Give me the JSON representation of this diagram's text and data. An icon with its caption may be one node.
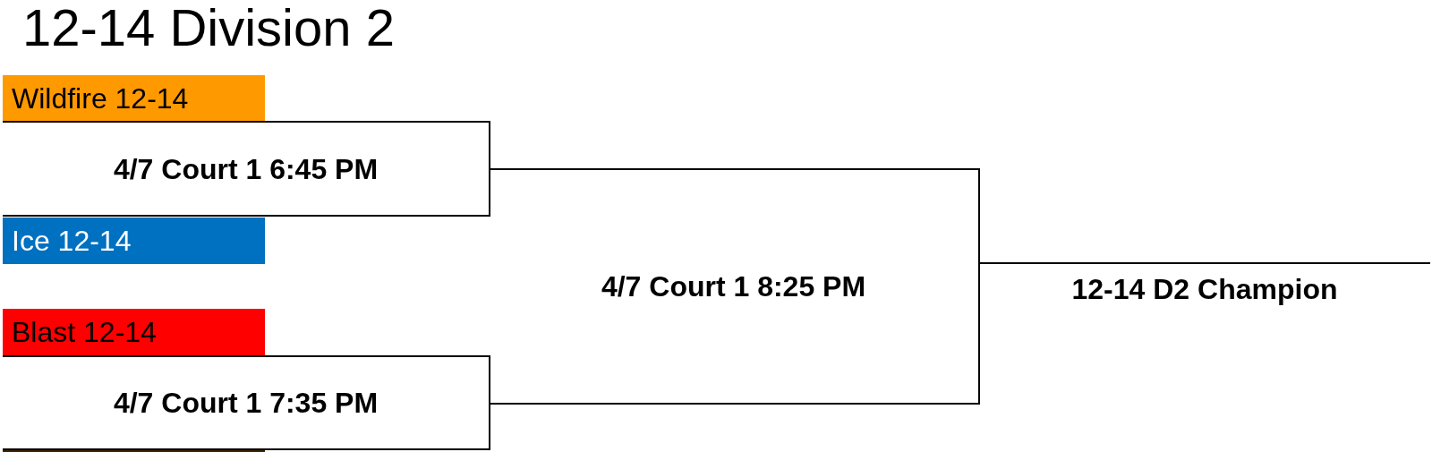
{
  "diagram": {
    "title": "12-14 Division 2",
    "nodes": [
      {
        "text": [
          "Wildfire 12-14"
        ]
      },
      {
        "text": [
          "4/7 Court 1 6:45 PM"
        ]
      },
      {
        "text": [
          "Ice 12-14"
        ]
      },
      {
        "text": [
          "Blast 12-14"
        ]
      },
      {
        "text": [
          "4/7 Court 1 7:35 PM"
        ]
      },
      {
        "text": [],
        "shape": "bar"
      },
      {
        "text": [
          "4/7 Court 1 8:25 PM"
        ]
      },
      {
        "text": [
          "12-14 D2 Champion"
        ]
      }
    ]
  }
}
